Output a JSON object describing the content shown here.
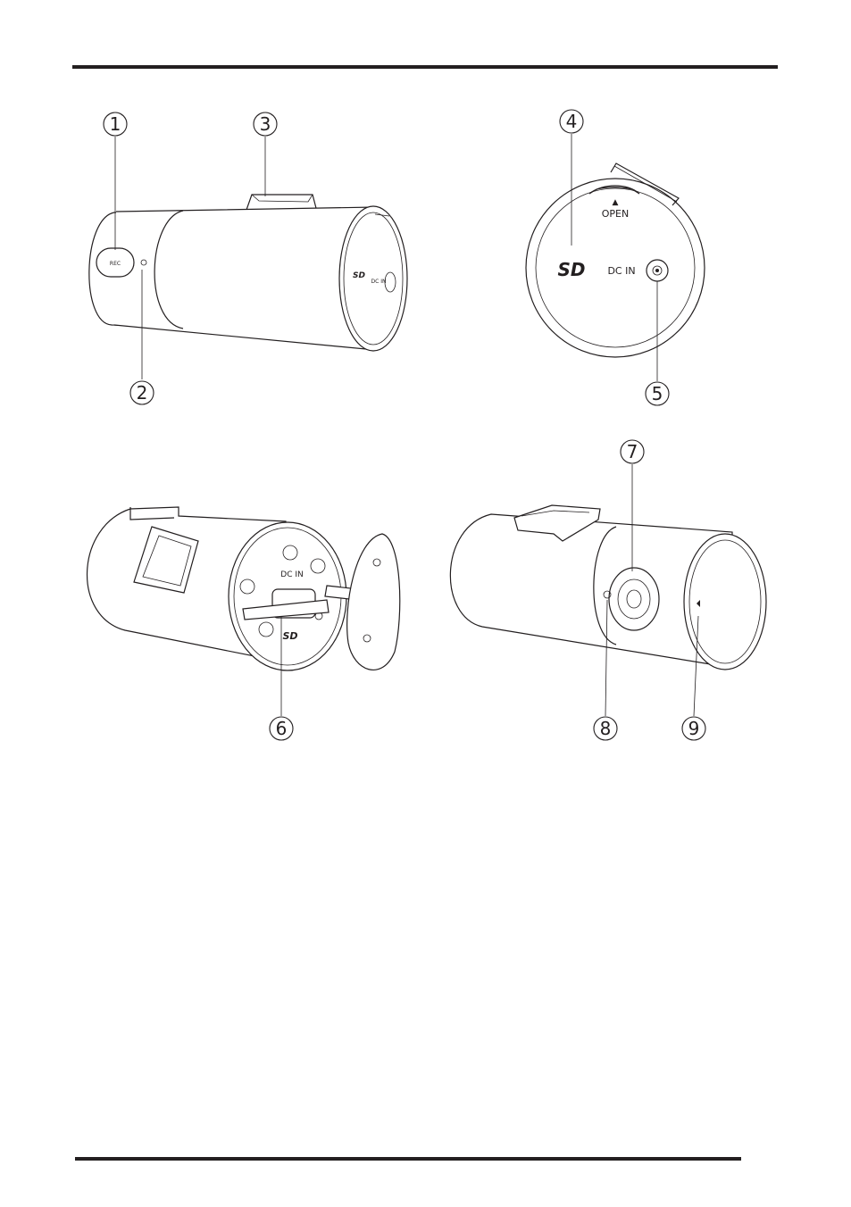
{
  "callouts": [
    "1",
    "2",
    "3",
    "4",
    "5",
    "6",
    "7",
    "8",
    "9"
  ],
  "labels": {
    "rec": "REC",
    "dc_in": "DC IN",
    "open": "OPEN",
    "open_arrow": "▲",
    "sd": "SD"
  }
}
